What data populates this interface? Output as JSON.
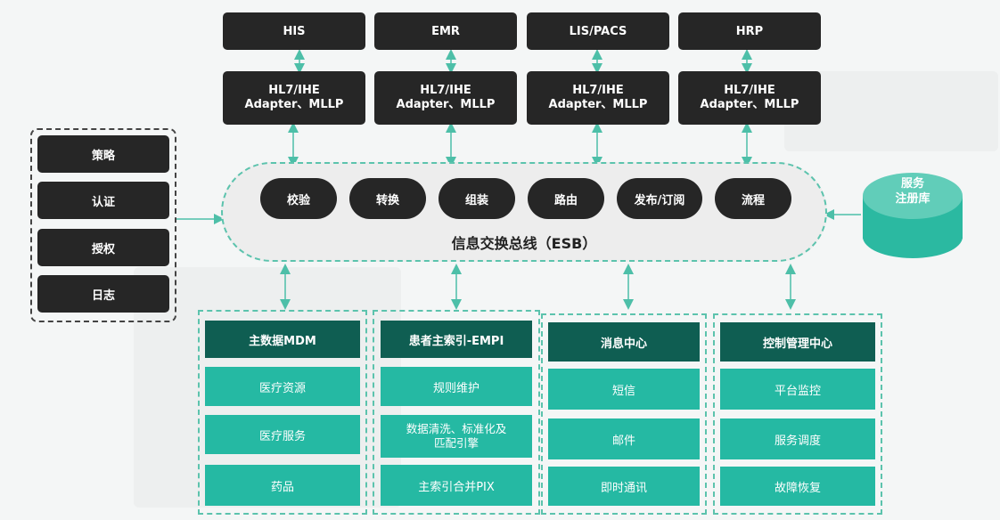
{
  "colors": {
    "dark": "#262626",
    "teal": "#25b9a3",
    "teal_dark": "#0f5e52",
    "dash": "#5cc3ad",
    "bus_fill": "#ededed"
  },
  "systems": [
    "HIS",
    "EMR",
    "LIS/PACS",
    "HRP"
  ],
  "adapter_label": "HL7/IHE\nAdapter、MLLP",
  "security": [
    "策略",
    "认证",
    "授权",
    "日志"
  ],
  "bus": {
    "functions": [
      "校验",
      "转换",
      "组装",
      "路由",
      "发布/订阅",
      "流程"
    ],
    "label": "信息交换总线（ESB）"
  },
  "registry": {
    "label": "服务\n注册库"
  },
  "modules": [
    {
      "title": "主数据MDM",
      "items": [
        "医疗资源",
        "医疗服务",
        "药品"
      ]
    },
    {
      "title": "患者主索引-EMPI",
      "items": [
        "规则维护",
        "数据清洗、标准化及\n匹配引擎",
        "主索引合并PIX"
      ]
    },
    {
      "title": "消息中心",
      "items": [
        "短信",
        "邮件",
        "即时通讯"
      ]
    },
    {
      "title": "控制管理中心",
      "items": [
        "平台监控",
        "服务调度",
        "故障恢复"
      ]
    }
  ]
}
